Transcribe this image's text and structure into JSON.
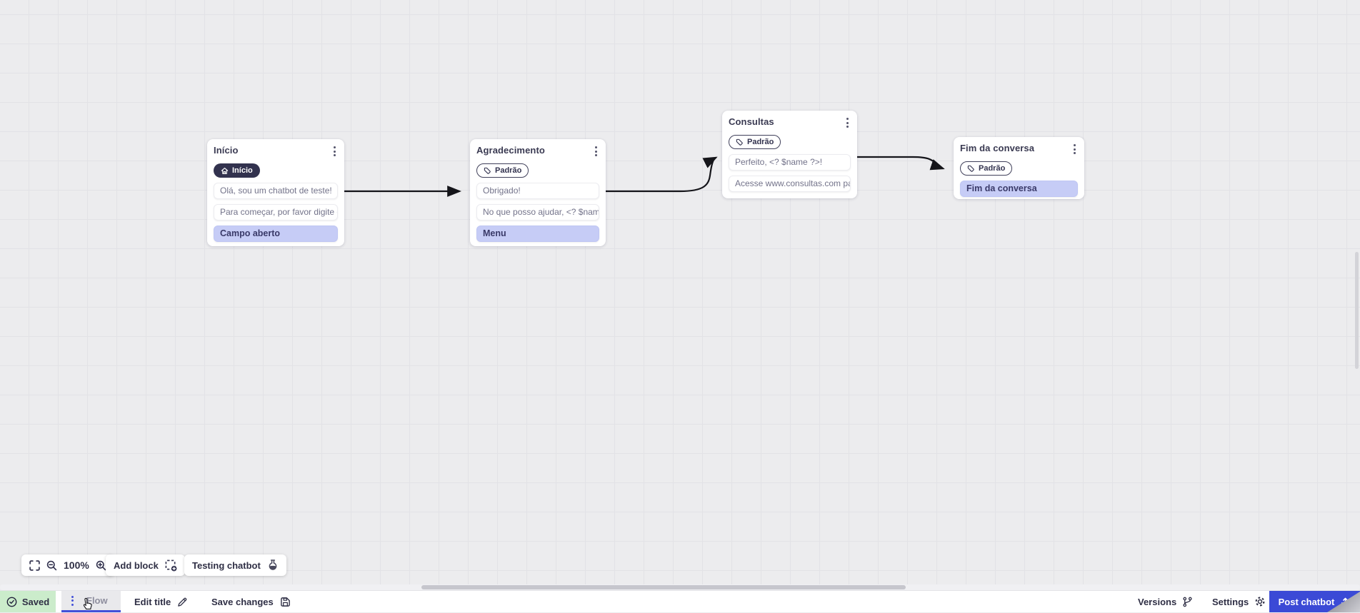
{
  "canvas": {
    "zoom_level": "100%",
    "nodes": [
      {
        "title": "Início",
        "badge": "Início",
        "messages": [
          {
            "text": "Olá, sou um chatbot de teste!"
          },
          {
            "text": "Para começar, por favor digite o ..."
          },
          {
            "text": "Campo aberto"
          }
        ]
      },
      {
        "title": "Agradecimento",
        "badge": "Padrão",
        "messages": [
          {
            "text": "Obrigado!"
          },
          {
            "text": "No que posso ajudar, <? $name ..."
          },
          {
            "text": "Menu"
          }
        ]
      },
      {
        "title": "Consultas",
        "badge": "Padrão",
        "messages": [
          {
            "text": "Perfeito, <? $name ?>!"
          },
          {
            "text": "Acesse www.consultas.com par..."
          }
        ]
      },
      {
        "title": "Fim da conversa",
        "badge": "Padrão",
        "messages": [
          {
            "text": "Fim da conversa"
          }
        ]
      }
    ]
  },
  "toolbar": {
    "zoom_value": "100%",
    "add_block_label": "Add block",
    "testing_chatbot_label": "Testing chatbot"
  },
  "bottom_bar": {
    "saved_label": "Saved",
    "flow_tab_label": "Flow",
    "edit_title_label": "Edit title",
    "save_changes_label": "Save changes",
    "versions_label": "Versions",
    "settings_label": "Settings",
    "post_chatbot_label": "Post chatbot"
  },
  "colors": {
    "accent_blue": "#3b4ad6",
    "tab_underline_blue": "#4350d8",
    "highlight_lavender": "#c6ccf6",
    "saved_green_bg": "#cbeccb",
    "badge_dark": "#32324e",
    "canvas_bg": "#ececee",
    "connector_black": "#15151a"
  }
}
